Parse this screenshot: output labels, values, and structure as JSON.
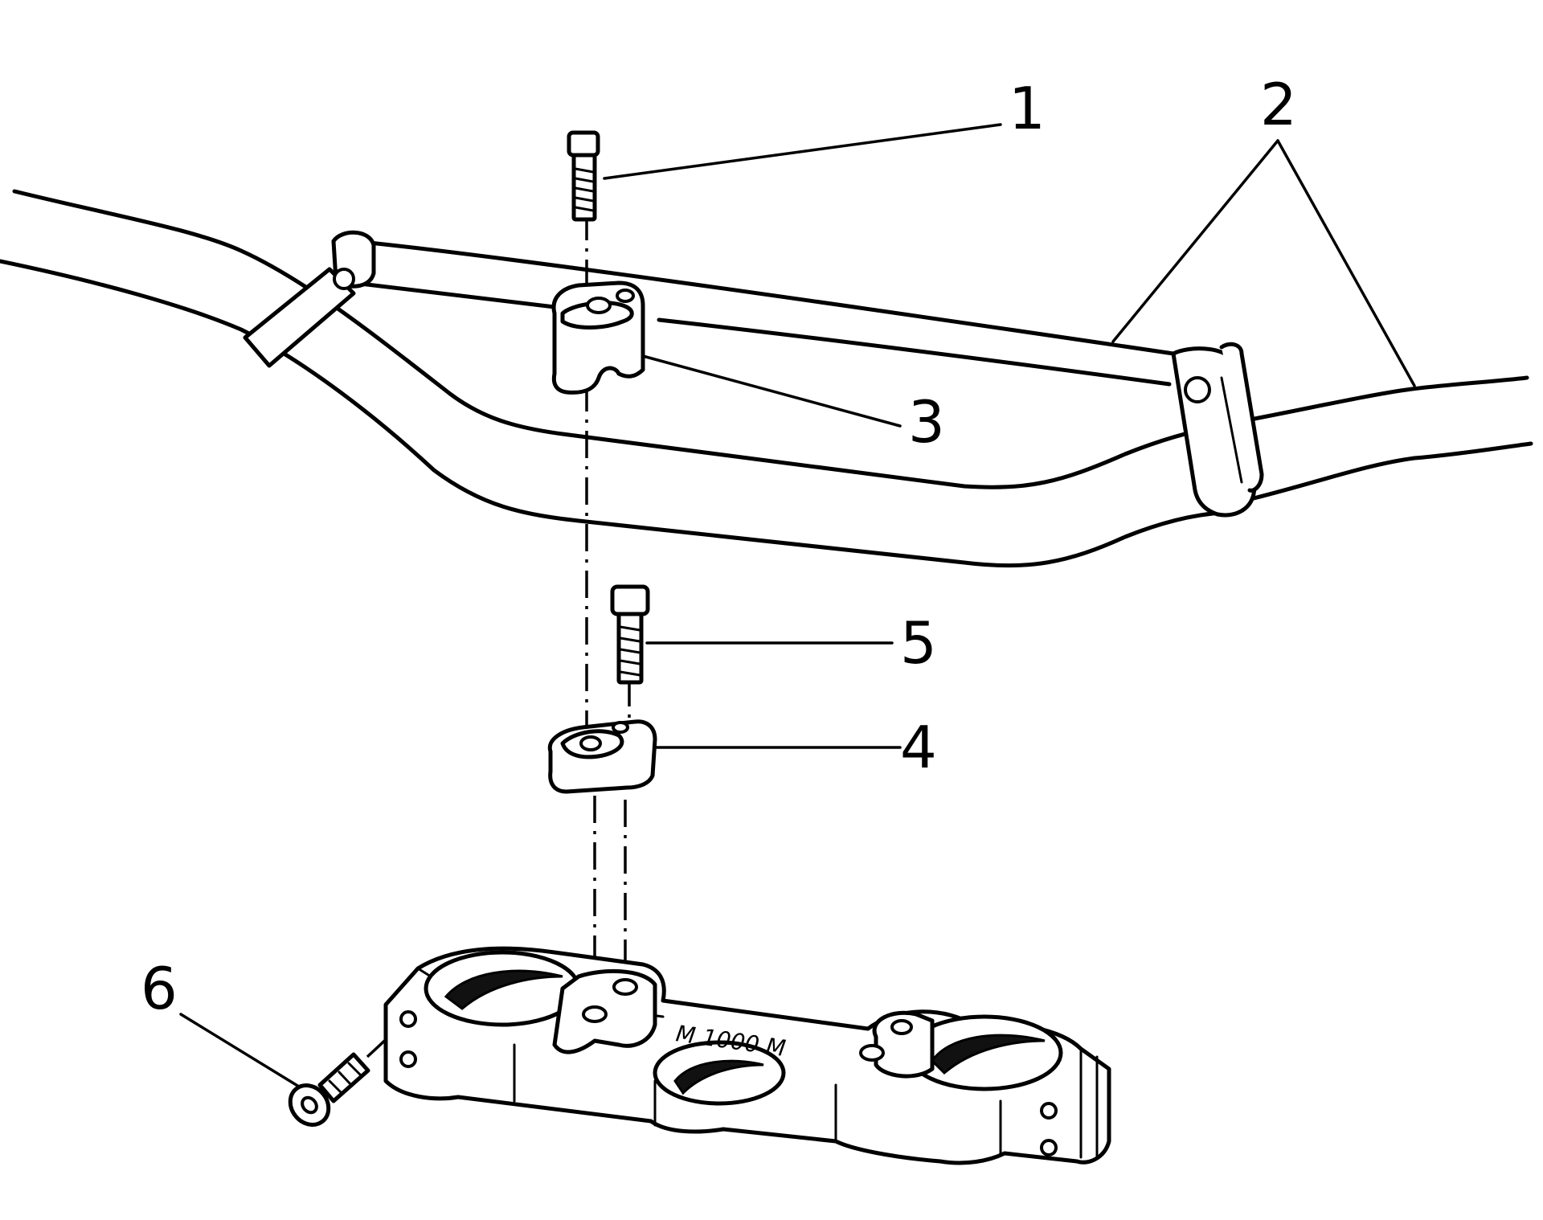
{
  "callouts": [
    {
      "id": "1",
      "label": "1"
    },
    {
      "id": "2",
      "label": "2"
    },
    {
      "id": "3",
      "label": "3"
    },
    {
      "id": "4",
      "label": "4"
    },
    {
      "id": "5",
      "label": "5"
    },
    {
      "id": "6",
      "label": "6"
    }
  ],
  "clamp_engraving": "M 1000 M"
}
